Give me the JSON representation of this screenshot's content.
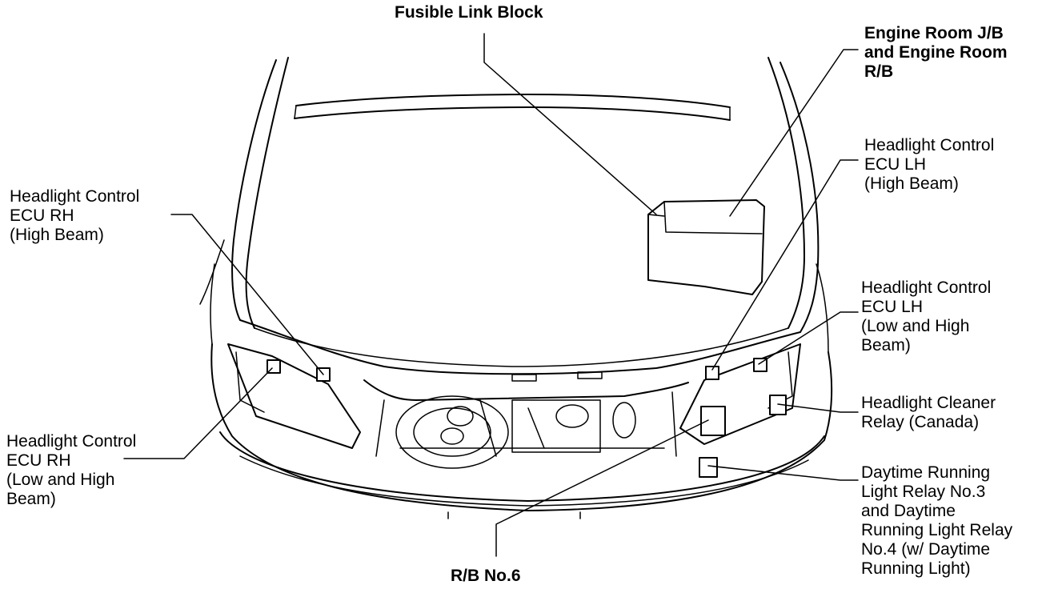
{
  "labels": {
    "fusible_link_block": [
      "Fusible Link Block"
    ],
    "engine_room_jb": [
      "Engine Room J/B",
      "and Engine Room",
      "R/B"
    ],
    "hl_ecu_lh_high": [
      "Headlight Control",
      "ECU LH",
      "(High Beam)"
    ],
    "hl_ecu_rh_high": [
      "Headlight Control",
      "ECU RH",
      "(High Beam)"
    ],
    "hl_ecu_lh_low": [
      "Headlight Control",
      "ECU LH",
      "(Low and High",
      " Beam)"
    ],
    "hl_cleaner_relay": [
      "Headlight Cleaner",
      "Relay (Canada)"
    ],
    "hl_ecu_rh_low": [
      "Headlight Control",
      "ECU RH",
      "(Low and High",
      " Beam)"
    ],
    "drl_relay": [
      "Daytime Running",
      "Light Relay No.3",
      "and Daytime",
      "Running Light Relay",
      "No.4 (w/ Daytime",
      "Running Light)"
    ],
    "rb_no6": [
      "R/B No.6"
    ]
  }
}
